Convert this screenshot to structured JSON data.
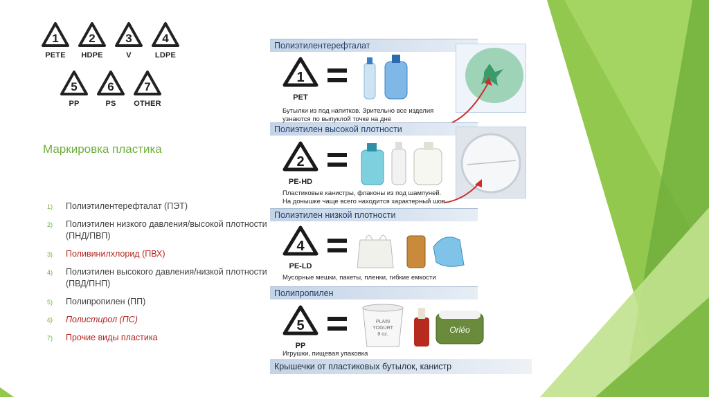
{
  "symbols": [
    {
      "num": "1",
      "code": "PETE"
    },
    {
      "num": "2",
      "code": "HDPE"
    },
    {
      "num": "3",
      "code": "V"
    },
    {
      "num": "4",
      "code": "LDPE"
    },
    {
      "num": "5",
      "code": "PP"
    },
    {
      "num": "6",
      "code": "PS"
    },
    {
      "num": "7",
      "code": "OTHER"
    }
  ],
  "title": "Маркировка пластика",
  "list": [
    {
      "n": "1)",
      "text": "Полиэтилентерефталат (ПЭТ)"
    },
    {
      "n": "2)",
      "text": "Полиэтилен низкого давления/высокой плотности (ПНД/ПВП)"
    },
    {
      "n": "3)",
      "text": "Поливинилхлорид (ПВХ)"
    },
    {
      "n": "4)",
      "text": "Полиэтилен высокого давления/низкой плотности (ПВД/ПНП)"
    },
    {
      "n": "5)",
      "text": "Полипропилен (ПП)"
    },
    {
      "n": "6)",
      "text": "Полистирол (ПС)"
    },
    {
      "n": "7)",
      "text": "Прочие виды пластика"
    }
  ],
  "infographic": {
    "sections": [
      {
        "band": "Полиэтилентерефталат",
        "num": "1",
        "code": "PET",
        "desc1": "Бутылки из под напитков. Зрительно все изделия",
        "desc2": "узнаются по выпуклой точке на дне"
      },
      {
        "band": "Полиэтилен высокой плотности",
        "num": "2",
        "code": "PE-HD",
        "desc1": "Пластиковые канистры, флаконы из под шампуней.",
        "desc2": "На донышке чаще всего находится характерный шов"
      },
      {
        "band": "Полиэтилен низкой плотности",
        "num": "4",
        "code": "PE-LD",
        "desc1": "Мусорные мешки, пакеты, пленки, гибкие емкости",
        "desc2": ""
      },
      {
        "band": "Полипропилен",
        "num": "5",
        "code": "PP",
        "desc1": "Игрушки, пищевая упаковка",
        "desc2": ""
      }
    ],
    "footer": "Крышечки от пластиковых бутылок, канистр",
    "yogurt_lines": [
      "PLAIN",
      "YOGURT",
      "8 oz."
    ],
    "butter_label": "Orléo"
  },
  "colors": {
    "accent": "#6fae3b",
    "red": "#b4231f",
    "band": "#c3d3e6"
  }
}
